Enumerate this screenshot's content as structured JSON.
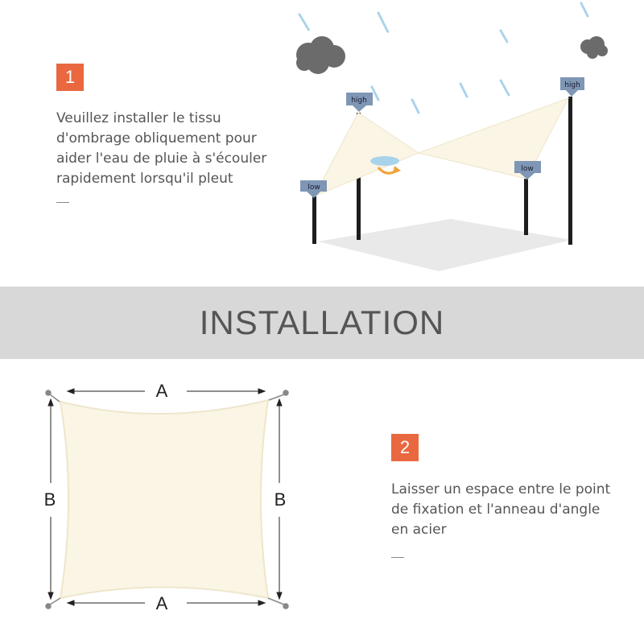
{
  "step1": {
    "number": "1",
    "text": [
      "Veuillez installer le tissu",
      "d'ombrage obliquement pour",
      "aider l'eau de pluie à s'écouler",
      "rapidement lorsqu'il pleut"
    ],
    "labels": {
      "high_left": "high",
      "high_right": "high",
      "low_left": "low",
      "low_right": "low"
    }
  },
  "banner": {
    "title": "INSTALLATION"
  },
  "step2": {
    "number": "2",
    "text": [
      "Laisser un espace entre le point",
      "de fixation et l'anneau d'angle",
      "en acier"
    ],
    "dims": {
      "top": "A",
      "bottom": "A",
      "left": "B",
      "right": "B"
    }
  },
  "colors": {
    "accent": "#e9683f",
    "banner": "#d8d8d8",
    "fabric": "#faf5e4",
    "pole": "#1e1e1e",
    "arrow": "#7f96b5"
  }
}
